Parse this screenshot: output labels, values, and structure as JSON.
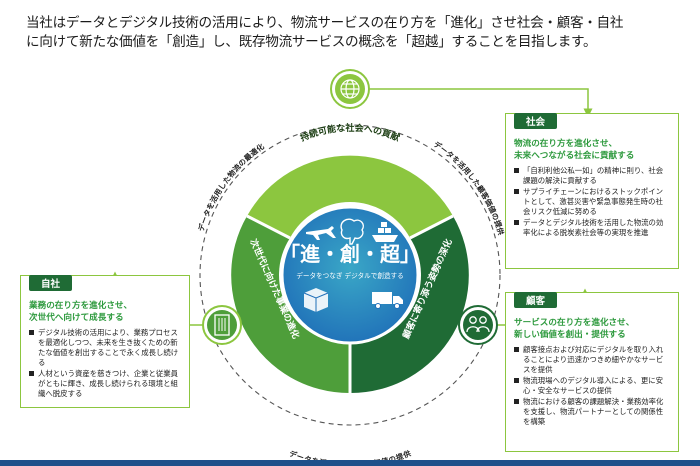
{
  "headline": {
    "line1": "当社はデータとデジタル技術の活用により、物流サービスの在り方を「進化」させ社会・顧客・自社",
    "line2": "に向けて新たな価値を「創造」し、既存物流サービスの概念を「超越」することを目指します。"
  },
  "center": {
    "title": "「進・創・超」",
    "subtitle": "データをつなぎ デジタルで創造する"
  },
  "segments": {
    "top": "持続可能な社会への貢献",
    "left": "次世代に向けた事業の進化",
    "right": "顧客に寄り添う姿勢の深化"
  },
  "arcs": {
    "left": "データを活用した物流の最適化",
    "right": "データを活用した顧客価値の提供",
    "bottom": "データを活用した新たな価値の提供"
  },
  "icons": {
    "society": "globe-icon",
    "company": "building-icon",
    "customer": "people-icon",
    "center": [
      "airplane-icon",
      "brain-icon",
      "ship-icon",
      "box-icon",
      "truck-icon"
    ]
  },
  "colors": {
    "dark_green": "#1f6b35",
    "mid_green": "#4e9e3a",
    "light_green": "#8cc63f",
    "light_green2": "#a3cf4f",
    "blue": "#1f6fb8",
    "teal": "#3aa7c7"
  },
  "boxes": {
    "society": {
      "tag": "社会",
      "head": "物流の在り方を進化させ、\n未来へつながる社会に貢献する",
      "items": [
        "「自利利他公私一如」の精神に則り、社会課題の解決に貢献する",
        "サプライチェーンにおけるストックポイントとして、激甚災害や緊急事態発生時の社会リスク低減に努める",
        "データとデジタル技術を活用した物流の効率化による脱炭素社会等の実現を推進"
      ]
    },
    "company": {
      "tag": "自社",
      "head": "業務の在り方を進化させ、\n次世代へ向けて成長する",
      "items": [
        "デジタル技術の活用により、業務プロセスを最適化しつつ、未来を生き抜くための新たな価値を創出することで永く成長し続ける",
        "人材という資産を慈きつけ、企業と従業員がともに輝き、成長し続けられる環境と組織へ脱皮する"
      ]
    },
    "customer": {
      "tag": "顧客",
      "head": "サービスの在り方を進化させ、\n新しい価値を創出・提供する",
      "items": [
        "顧客接点および対応にデジタルを取り入れることにより迅速かつきめ細やかなサービスを提供",
        "物流現場へのデジタル導入による、更に安心・安全なサービスの提供",
        "物流における顧客の課題解決・業務効率化を支援し、物流パートナーとしての関係性を構築"
      ]
    }
  }
}
